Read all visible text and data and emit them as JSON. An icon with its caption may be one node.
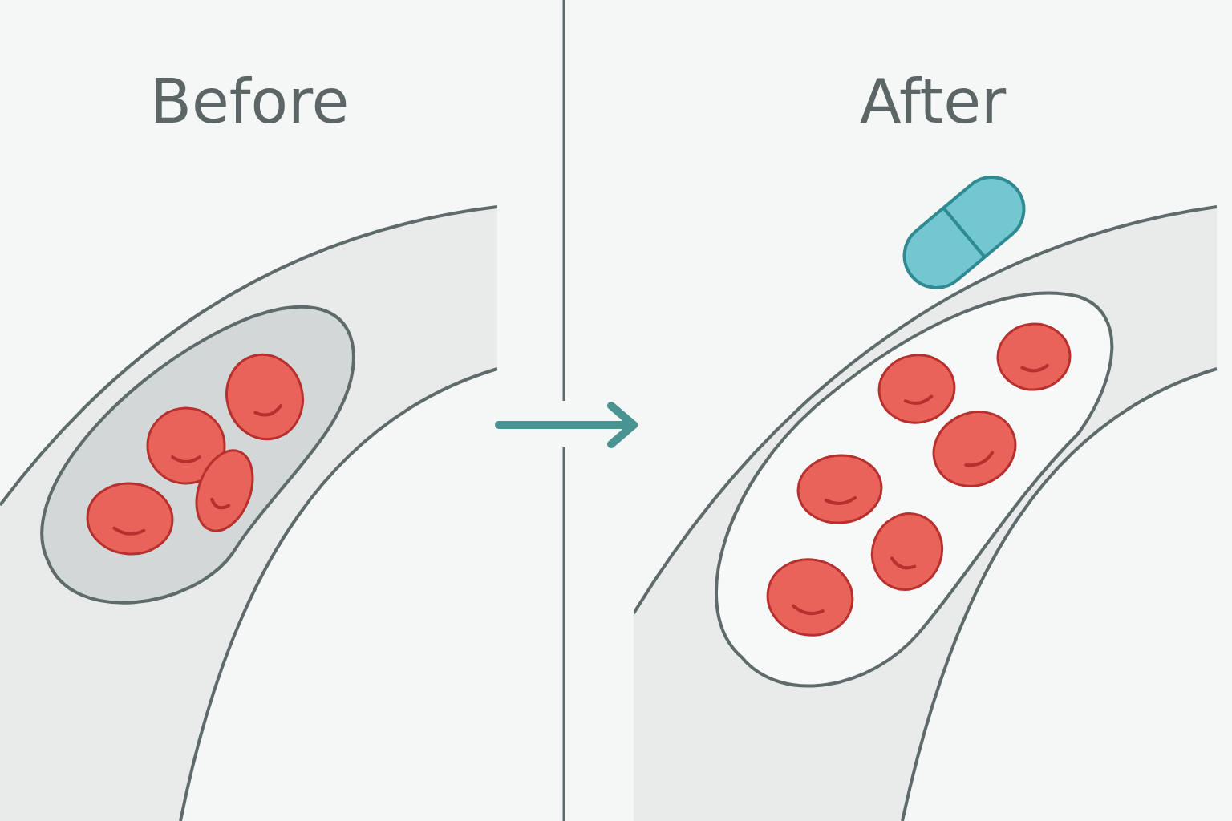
{
  "diagram": {
    "nodes": [
      {
        "text": [
          "Before"
        ]
      },
      {
        "text": [
          "After"
        ]
      }
    ],
    "edges": [
      {
        "from": 0,
        "to": 1,
        "arrow": "to"
      }
    ]
  }
}
